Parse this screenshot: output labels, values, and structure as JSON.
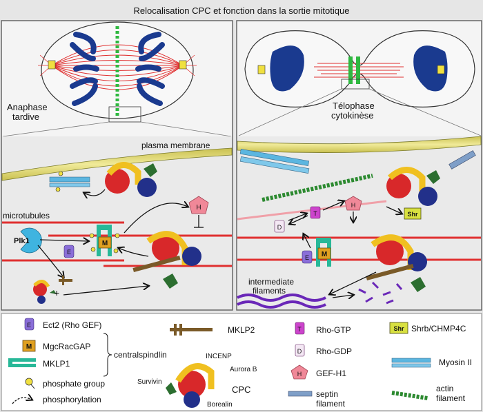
{
  "title": "Relocalisation CPC et fonction dans la sortie mitotique",
  "left_panel": {
    "stage_label_line1": "Anaphase",
    "stage_label_line2": "tardive",
    "plasma_membrane": "plasma membrane",
    "microtubules": "microtubules",
    "plk1": "Plk1",
    "plus": "+",
    "m_letter": "M",
    "e_letter": "E",
    "h_letter": "H"
  },
  "right_panel": {
    "stage_label_line1": "Télophase",
    "stage_label_line2": "cytokinèse",
    "intermediate_line1": "intermediate",
    "intermediate_line2": "filaments",
    "t_letter": "T",
    "d_letter": "D",
    "h_letter": "H",
    "shr_letter": "Shr",
    "m_letter": "M",
    "e_letter": "E"
  },
  "legend": {
    "ect2": "Ect2 (Rho GEF)",
    "mgcracgap": "MgcRacGAP",
    "mklp1": "MKLP1",
    "centralspindlin": "centralspindlin",
    "phosphate": "phosphate group",
    "phosphorylation": "phosphorylation",
    "mklp2": "MKLP2",
    "incenp": "INCENP",
    "aurora_b": "Aurora B",
    "survivin": "Survivin",
    "borealin": "Borealin",
    "cpc": "CPC",
    "rho_gtp": "Rho-GTP",
    "rho_gdp": "Rho-GDP",
    "gef_h1": "GEF-H1",
    "septin_line1": "septin",
    "septin_line2": "filament",
    "shrb": "Shrb/CHMP4C",
    "myosin": "Myosin II",
    "actin_line1": "actin",
    "actin_line2": "filament",
    "icon_e": "E",
    "icon_m": "M",
    "icon_t": "T",
    "icon_d": "D",
    "icon_h": "H",
    "icon_shr": "Shr"
  },
  "colors": {
    "background": "#e6e6e6",
    "panel": "#f2f2f2",
    "microtubule": "#e03030",
    "chromosome": "#1a3a8f",
    "membrane": "#d9d27a",
    "cpc_red": "#d8282a",
    "cpc_yellow": "#f0c020",
    "cpc_blue": "#22308a",
    "cpc_green": "#2c6e30",
    "ect2": "#8a6ed8",
    "mgcracgap": "#e0a020",
    "mklp1": "#28b898",
    "rho": "#cc44cc",
    "gef": "#f08898",
    "intermediate": "#6a28b8"
  }
}
